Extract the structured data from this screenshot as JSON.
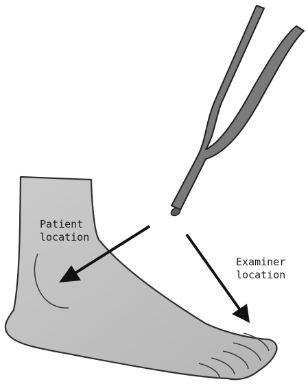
{
  "labels": {
    "patient_line1": "Patient",
    "patient_line2": "location",
    "examiner_line1": "Examiner",
    "examiner_line2": "location"
  },
  "colors": {
    "foot_fill": "#c4c4c4",
    "foot_stroke": "#2e2e2e",
    "fork_fill": "#7a7a7a",
    "fork_stroke": "#1e1e1e",
    "arrow": "#111111"
  },
  "icons": {
    "tool": "tuning-fork-icon",
    "body_part": "foot-icon"
  }
}
